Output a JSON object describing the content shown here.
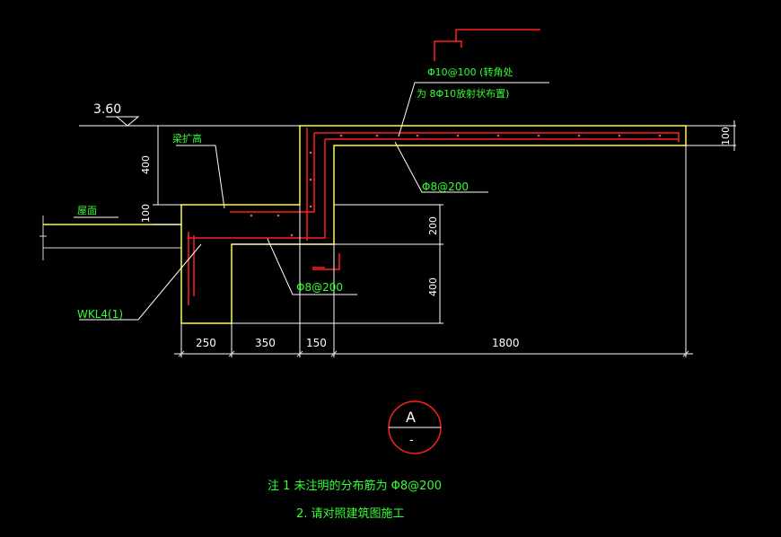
{
  "elevation": "3.60",
  "labels": {
    "beam_height": "梁扩高",
    "roof": "屋面",
    "beam_id": "WKL4(1)",
    "rebar_top_1": "Φ10@100 (转角处",
    "rebar_top_2": "为 8Φ10放射状布置)",
    "rebar_mid": "Φ8@200",
    "rebar_low": "Φ8@200"
  },
  "dimensions": {
    "h400_top": "400",
    "h100_left": "100",
    "h100_right": "100",
    "h200": "200",
    "h400_bottom": "400",
    "w250": "250",
    "w350": "350",
    "w150": "150",
    "w1800": "1800"
  },
  "section_mark": {
    "letter": "A",
    "sub": "-"
  },
  "notes": {
    "line1": "注  1  未注明的分布筋为  Φ8@200",
    "line2": "2.  请对照建筑图施工"
  }
}
